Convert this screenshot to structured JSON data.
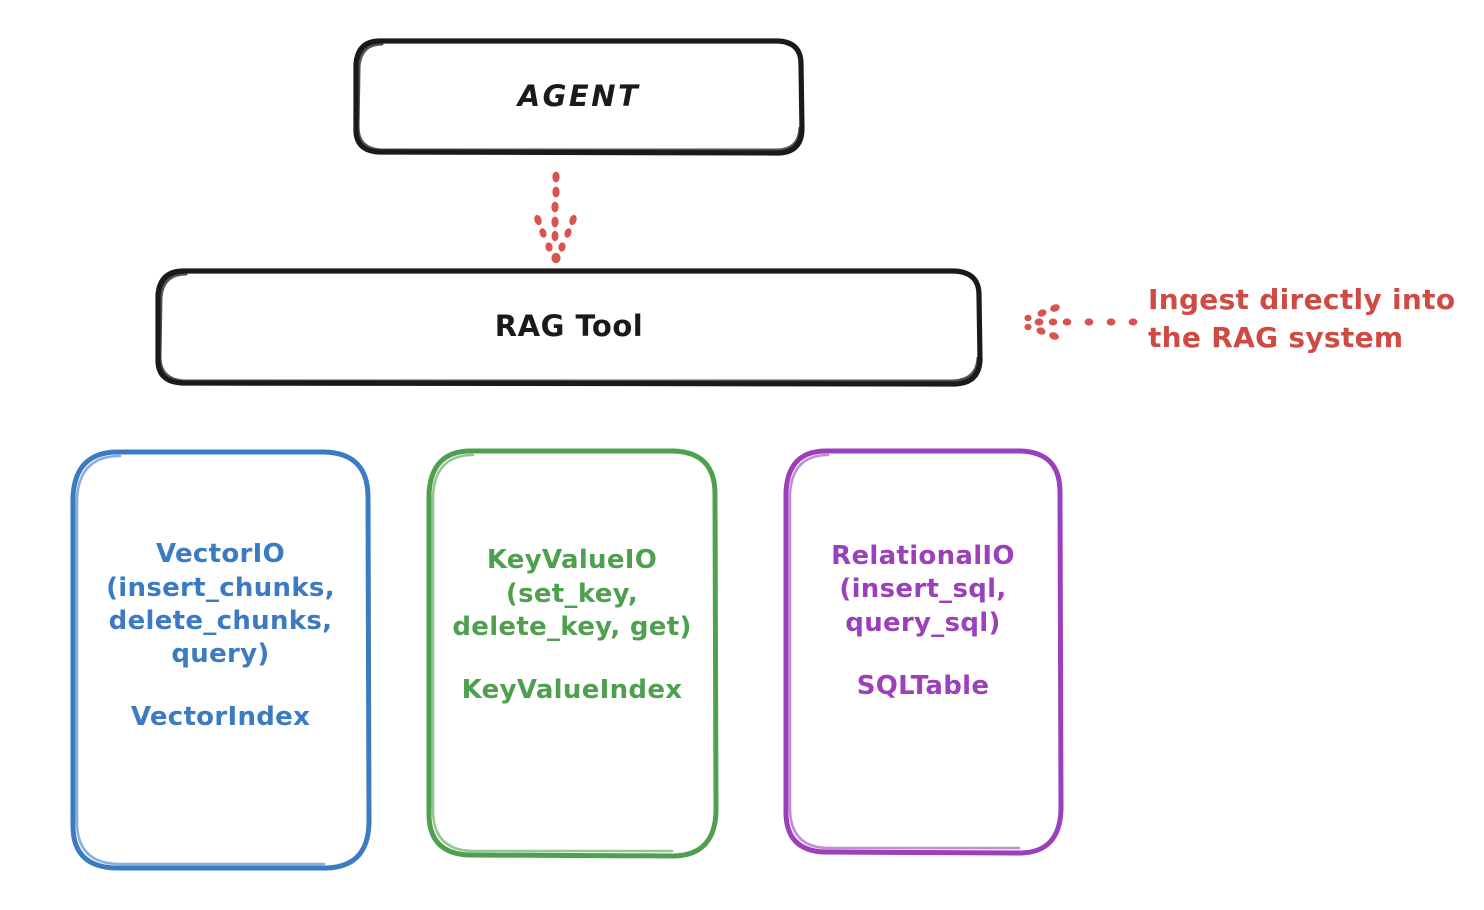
{
  "diagram": {
    "background_color": "#ffffff",
    "nodes": {
      "agent": {
        "label": "AGENT",
        "color": "#1a1a1a"
      },
      "rag_tool": {
        "label": "RAG Tool",
        "color": "#1a1a1a"
      },
      "vector_io": {
        "api_label": "VectorIO\n(insert_chunks,\ndelete_chunks,\nquery)",
        "index_label": "VectorIndex",
        "color": "#3b7bc4"
      },
      "key_value_io": {
        "api_label": "KeyValueIO\n(set_key,\ndelete_key, get)",
        "index_label": "KeyValueIndex",
        "color": "#4ea04f"
      },
      "relational_io": {
        "api_label": "RelationalIO\n(insert_sql,\nquery_sql)",
        "index_label": "SQLTable",
        "color": "#9b3fbb"
      }
    },
    "annotations": {
      "ingest": {
        "text": "Ingest directly into\nthe RAG system",
        "color": "#cf4a42"
      }
    },
    "connectors": [
      {
        "name": "agent-to-rag-tool",
        "style": "dotted",
        "color": "#d9534f",
        "direction": "down",
        "from": "agent",
        "to": "rag_tool"
      },
      {
        "name": "ingest-to-rag-tool",
        "style": "dotted",
        "color": "#d9534f",
        "direction": "left",
        "from": "ingest_annotation",
        "to": "rag_tool"
      }
    ]
  }
}
